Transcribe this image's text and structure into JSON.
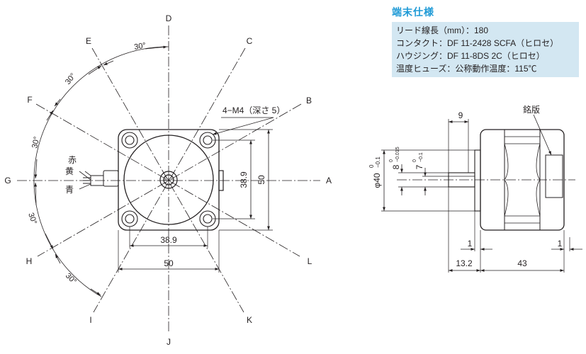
{
  "spec": {
    "title": "端末仕様",
    "lines": [
      "リード線長（mm）：180",
      "コンタクト：DF 11-2428 SCFA（ヒロセ）",
      "ハウジング：DF 11-8DS 2C（ヒロセ）",
      "温度ヒューズ：公称動作温度：115℃"
    ]
  },
  "front_view": {
    "axis_labels": {
      "A": "A",
      "B": "B",
      "C": "C",
      "D": "D",
      "E": "E",
      "F": "F",
      "G": "G",
      "H": "H",
      "I": "I",
      "J": "J",
      "K": "K",
      "L": "L"
    },
    "angle_labels": [
      "30°",
      "30°",
      "30°",
      "30°",
      "30°"
    ],
    "screw_callout": "4−M4（深さ 5）",
    "dimensions": {
      "hole_pitch_h": "38.9",
      "width_h": "50",
      "hole_pitch_v": "38.9",
      "height_v": "50"
    },
    "lead_colors": {
      "red": "赤",
      "yellow": "黄",
      "blue": "青"
    }
  },
  "side_view": {
    "nameplate_label": "銘版",
    "dimensions": {
      "shaft_protrusion": "9",
      "shaft_dia": "8",
      "shaft_dia_tol_upper": "0",
      "shaft_dia_tol_lower": "−0.015",
      "flat_dia": "7",
      "flat_dia_tol_upper": "0",
      "flat_dia_tol_lower": "−0.1",
      "pilot_dia": "φ40",
      "pilot_tol_upper": "0",
      "pilot_tol_lower": "−0.1",
      "flange_left": "1",
      "flange_right": "1",
      "front_length": "13.2",
      "body_length": "43"
    }
  }
}
